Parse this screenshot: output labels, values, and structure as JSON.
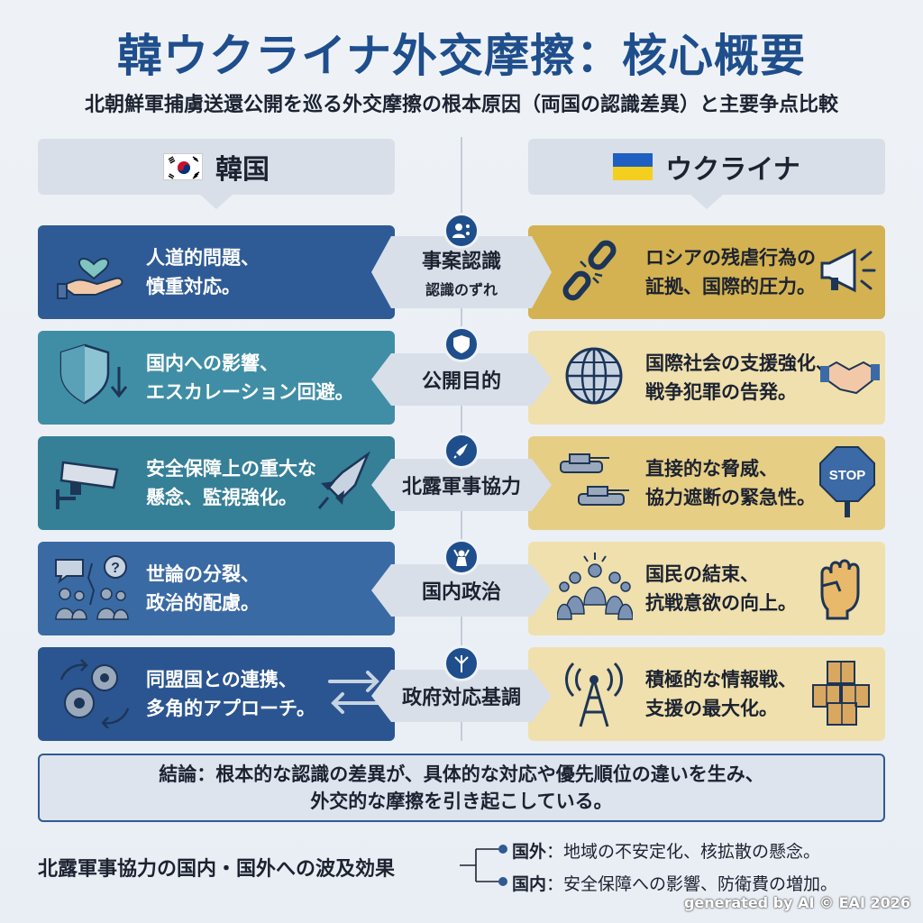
{
  "title": "韓ウクライナ外交摩擦：核心概要",
  "subtitle": "北朝鮮軍捕虜送還公開を巡る外交摩擦の根本原因（両国の認識差異）と主要争点比較",
  "columns": {
    "left": "韓国",
    "right": "ウクライナ"
  },
  "rows": [
    {
      "label": "事案認識",
      "sublabel": "認識のずれ",
      "left": [
        "人道的問題、",
        "慎重対応。"
      ],
      "right": [
        "ロシアの残虐行為の",
        "証拠、国際的圧力。"
      ],
      "left_color": "#2e5b95",
      "right_color": "#d4b251"
    },
    {
      "label": "公開目的",
      "left": [
        "国内への影響、",
        "エスカレーション回避。"
      ],
      "right": [
        "国際社会の支援強化、",
        "戦争犯罪の告発。"
      ],
      "left_color": "#3f8ea5",
      "right_color": "#efe0ad"
    },
    {
      "label": "北露軍事協力",
      "left": [
        "安全保障上の重大な",
        "懸念、監視強化。"
      ],
      "right": [
        "直接的な脅威、",
        "協力遮断の緊急性。"
      ],
      "left_color": "#357f97",
      "right_color": "#e6ce85"
    },
    {
      "label": "国内政治",
      "left": [
        "世論の分裂、",
        "政治的配慮。"
      ],
      "right": [
        "国民の結束、",
        "抗戦意欲の向上。"
      ],
      "left_color": "#3a6aa4",
      "right_color": "#efe0ad"
    },
    {
      "label": "政府対応基調",
      "left": [
        "同盟国との連携、",
        "多角的アプローチ。"
      ],
      "right": [
        "積極的な情報戦、",
        "支援の最大化。"
      ],
      "left_color": "#2a5591",
      "right_color": "#efe0ad"
    }
  ],
  "conclusion": [
    "結論：根本的な認識の差異が、具体的な対応や優先順位の違いを生み、",
    "外交的な摩擦を引き起こしている。"
  ],
  "ripple": {
    "label": "北露軍事協力の国内・国外への波及効果",
    "items": [
      {
        "key": "国外",
        "text": "：地域の不安定化、核拡散の懸念。"
      },
      {
        "key": "国内",
        "text": "：安全保障への影響、防衛費の増加。"
      }
    ]
  },
  "footer": "generated by AI © EAI 2026",
  "stop_sign_text": "STOP"
}
